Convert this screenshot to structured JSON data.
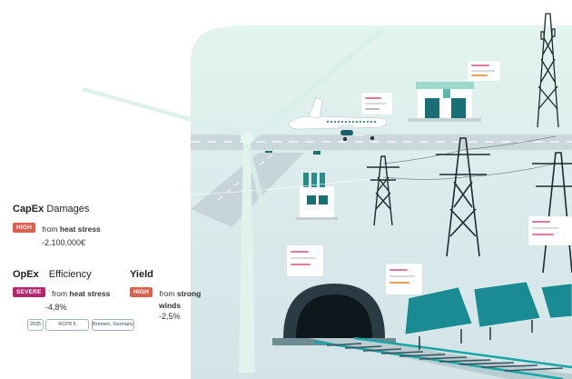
{
  "capex": {
    "title_bold": "CapEx",
    "title_rest": "Damages",
    "badge": "HIGH",
    "from": "from",
    "cause": "heat stress",
    "value": "-2.100.000€"
  },
  "opex": {
    "title_bold": "OpEx",
    "title_rest": "Efficiency",
    "badge": "SEVERE",
    "from": "from",
    "cause": "heat stress",
    "value": "-4,8%"
  },
  "yield": {
    "title": "Yield",
    "badge": "HIGH",
    "from": "from",
    "cause_line1": "strong",
    "cause_line2": "winds",
    "value": "-2,5%"
  },
  "filters": {
    "year": "2035",
    "scenario": "RCP8.5",
    "location": "Bremen, Germany"
  },
  "colors": {
    "high": "#d9624e",
    "severe": "#b5256d",
    "teal_dark": "#0f5c5c",
    "scene_bg": "#e6f2ee",
    "solar": "#1a8a93"
  }
}
